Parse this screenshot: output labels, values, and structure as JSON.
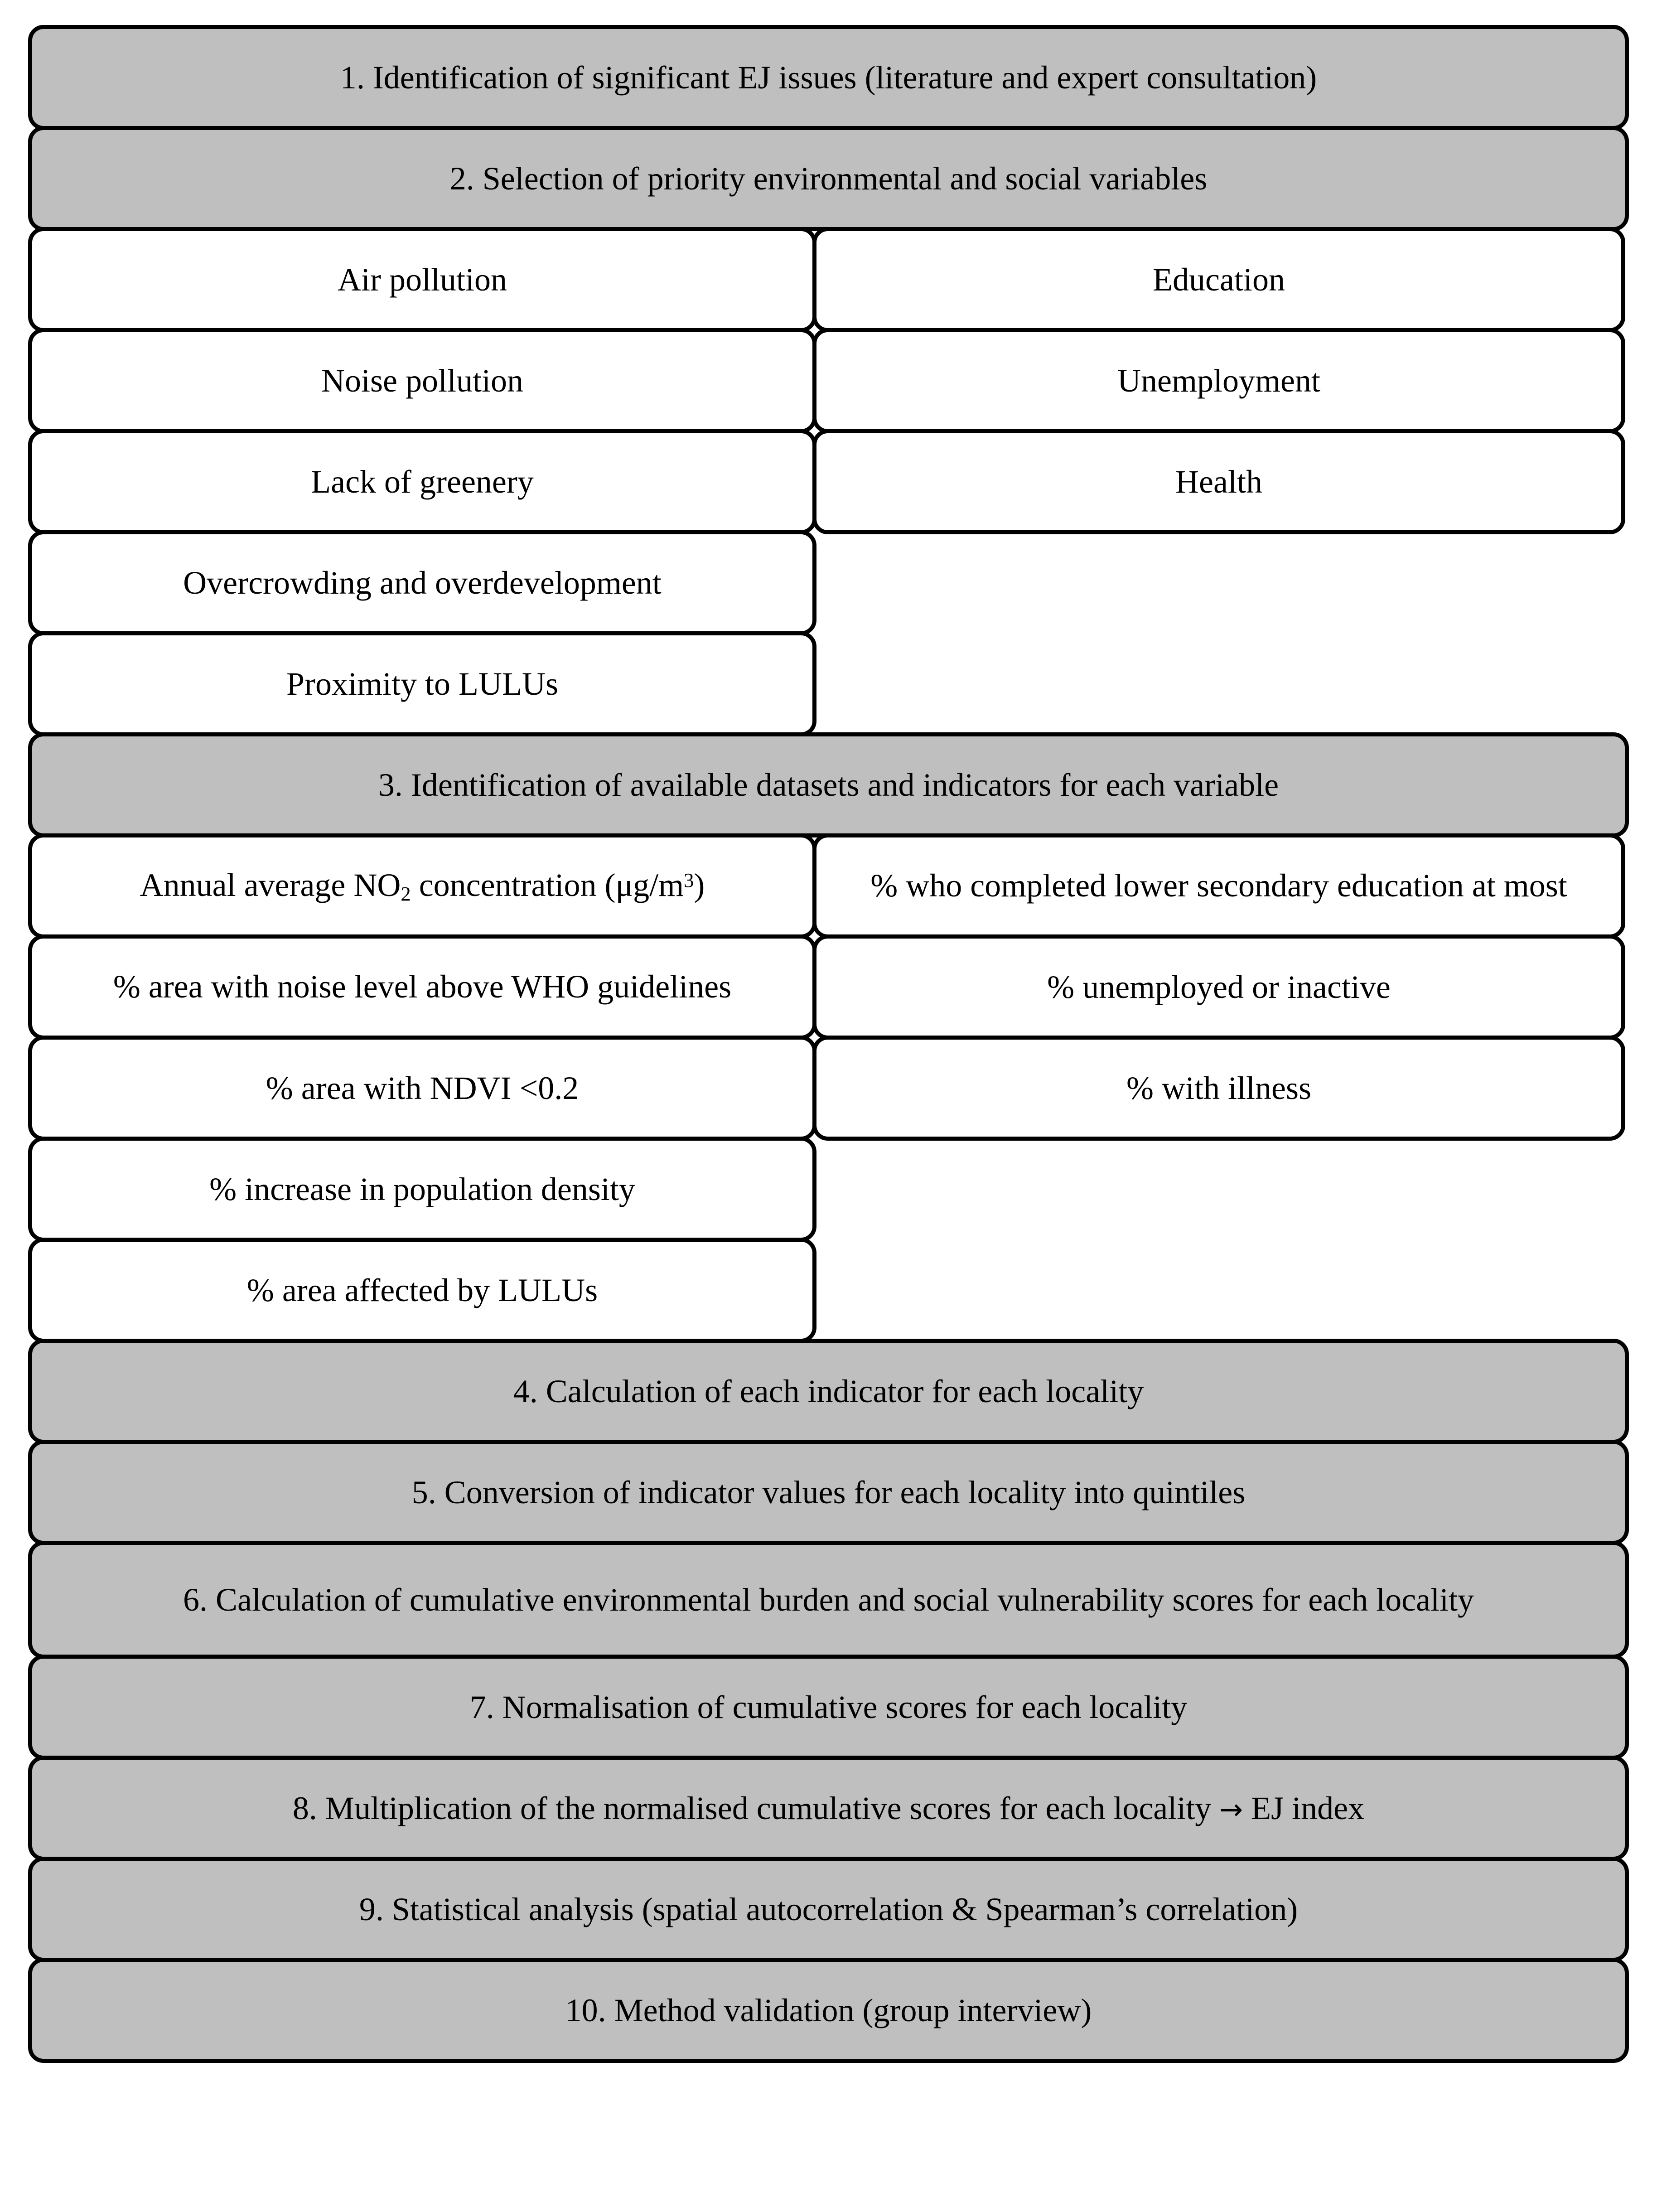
{
  "diagram": {
    "title": "EJ index methodology flowchart",
    "colors": {
      "stage_fill": "#bfbfbf",
      "item_fill": "#ffffff",
      "border": "#000000",
      "text": "#000000"
    },
    "steps": {
      "s1": "1. Identification of significant EJ issues (literature and expert consultation)",
      "s2": "2. Selection of priority environmental and social variables",
      "s3": "3. Identification of available datasets and indicators for each variable",
      "s4": "4. Calculation of each indicator for each locality",
      "s5": "5. Conversion of indicator values for each locality into quintiles",
      "s6": "6. Calculation of cumulative environmental burden and social vulnerability scores for each locality",
      "s7": "7. Normalisation of cumulative scores for each locality",
      "s8_before_arrow": "8. Multiplication of the normalised cumulative scores for each locality ",
      "s8_arrow": "→",
      "s8_after_arrow": " EJ index",
      "s9": "9. Statistical analysis (spatial autocorrelation & Spearman’s correlation)",
      "s10": "10. Method validation (group interview)"
    },
    "variables": {
      "environmental": [
        "Air pollution",
        "Noise pollution",
        "Lack of greenery",
        "Overcrowding and overdevelopment",
        "Proximity to LULUs"
      ],
      "social": [
        "Education",
        "Unemployment",
        "Health"
      ]
    },
    "indicators": {
      "environmental": [
        {
          "pre": "Annual average NO",
          "sub": "2",
          "mid": " concentration (μg/m",
          "sup": "3",
          "post": ")"
        },
        {
          "text": "% area with noise level above WHO guidelines"
        },
        {
          "text": "% area with NDVI <0.2"
        },
        {
          "text": "% increase in population density"
        },
        {
          "text": "% area affected by LULUs"
        }
      ],
      "social": [
        "% who completed lower secondary education at most",
        "% unemployed or inactive",
        "% with illness"
      ]
    }
  }
}
